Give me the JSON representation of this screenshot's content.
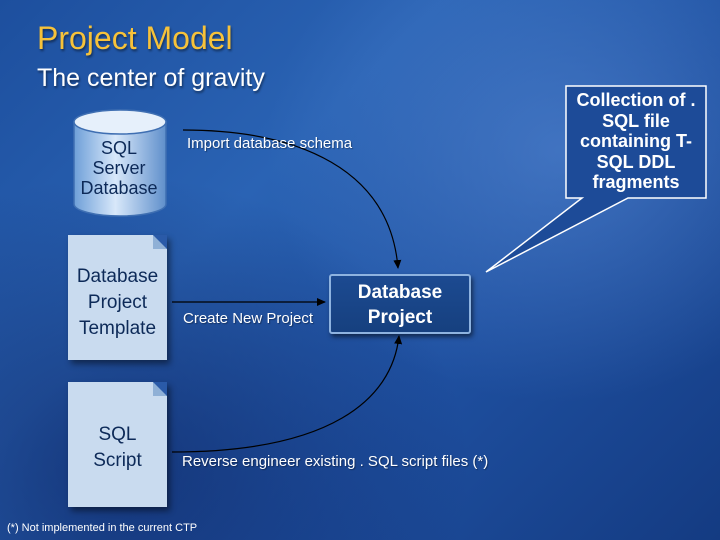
{
  "title": "Project Model",
  "subtitle": "The center of gravity",
  "sources": {
    "database": {
      "line1": "SQL",
      "line2": "Server",
      "line3": "Database",
      "action": "Import database schema"
    },
    "template": {
      "line1": "Database",
      "line2": "Project",
      "line3": "Template",
      "action": "Create New Project"
    },
    "script": {
      "line1": "SQL",
      "line2": "Script",
      "action": "Reverse engineer existing . SQL script files (*)"
    }
  },
  "project": {
    "line1": "Database",
    "line2": "Project"
  },
  "callout": {
    "text": "Collection of . SQL file containing T-SQL DDL fragments"
  },
  "footnote": "(*) Not implemented in the current CTP",
  "colors": {
    "title": "#f6c23a",
    "page": "#c9dbef",
    "project_box": "#1c4a91"
  }
}
